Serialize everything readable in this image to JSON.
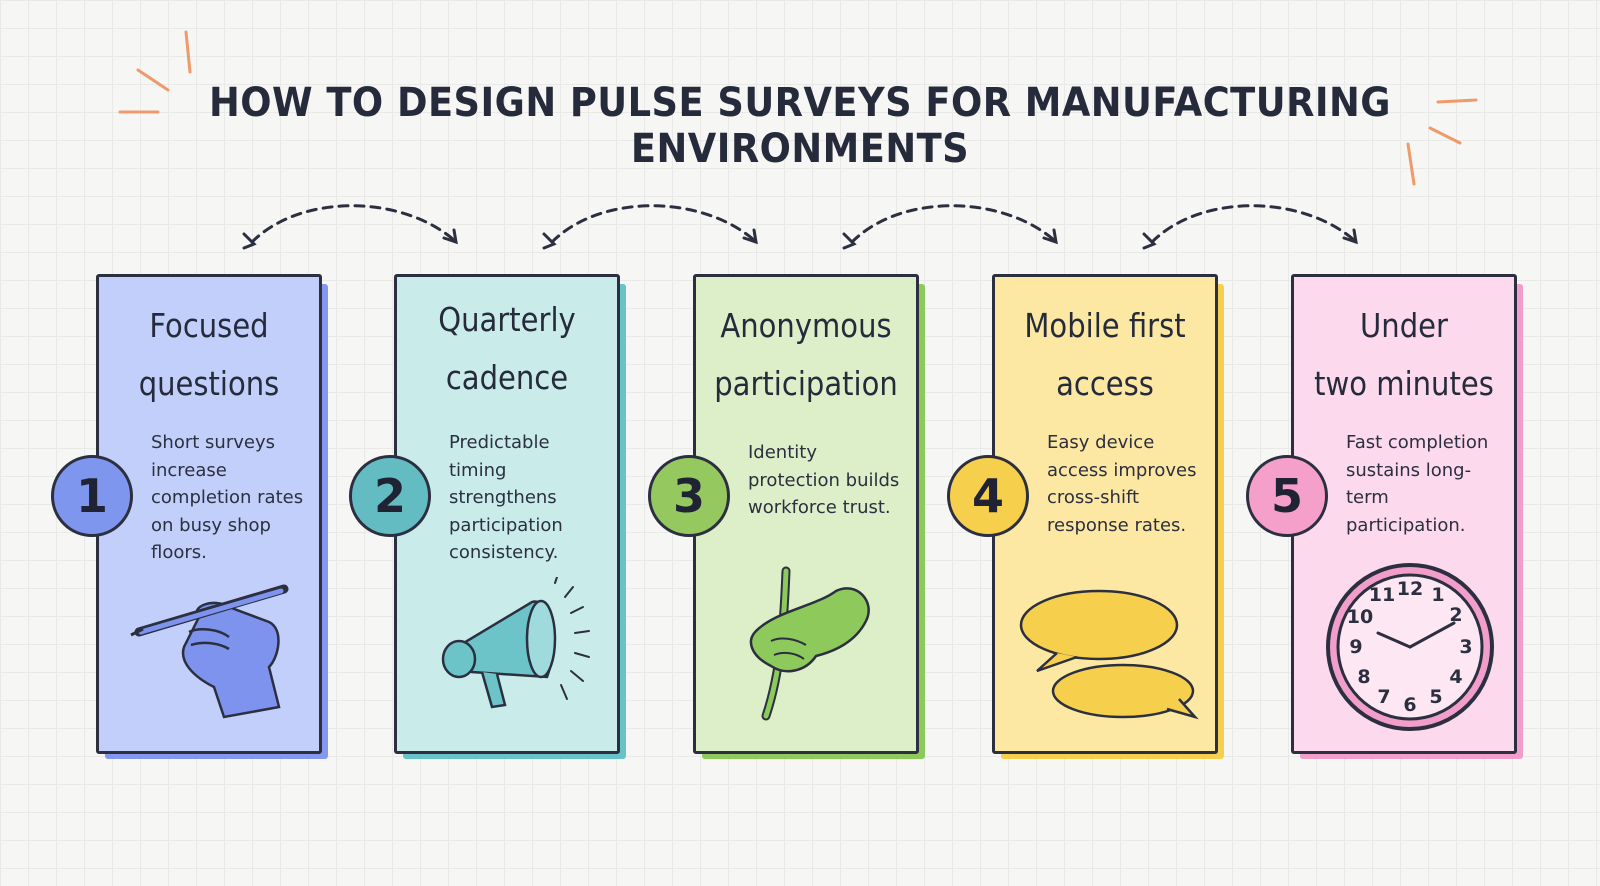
{
  "title": "HOW TO DESIGN PULSE SURVEYS FOR MANUFACTURING ENVIRONMENTS",
  "colors": {
    "ink": "#262b3b",
    "accent_burst": "#ee9a6a",
    "arrow": "#2b2f3f"
  },
  "steps": [
    {
      "number": "1",
      "title_line1": "Focused",
      "title_line2": "questions",
      "description": "Short surveys increase completion rates on busy shop floors.",
      "illustration": "hand-writing-pen-icon",
      "card_color": "#c2cffb",
      "shadow_color": "#8399ef",
      "badge_color": "#7f96ee"
    },
    {
      "number": "2",
      "title_line1": "Quarterly",
      "title_line2": "cadence",
      "description": "Predictable timing strengthens participation consistency.",
      "illustration": "megaphone-icon",
      "card_color": "#c9eceb",
      "shadow_color": "#67c3c8",
      "badge_color": "#64bcc3"
    },
    {
      "number": "3",
      "title_line1": "Anonymous",
      "title_line2": "participation",
      "description": "Identity protection builds workforce trust.",
      "illustration": "hand-holding-pen-icon",
      "card_color": "#ddefc9",
      "shadow_color": "#8ec95b",
      "badge_color": "#95c95f"
    },
    {
      "number": "4",
      "title_line1": "Mobile first",
      "title_line2": "access",
      "description": "Easy device access improves cross-shift response rates.",
      "illustration": "speech-bubbles-icon",
      "card_color": "#fde8a3",
      "shadow_color": "#f5cf4d",
      "badge_color": "#f6cf4d"
    },
    {
      "number": "5",
      "title_line1": "Under",
      "title_line2": "two minutes",
      "description": "Fast completion sustains long-term participation.",
      "illustration": "clock-icon",
      "card_color": "#fcd9ec",
      "shadow_color": "#f29ecb",
      "badge_color": "#f59fcb"
    }
  ]
}
